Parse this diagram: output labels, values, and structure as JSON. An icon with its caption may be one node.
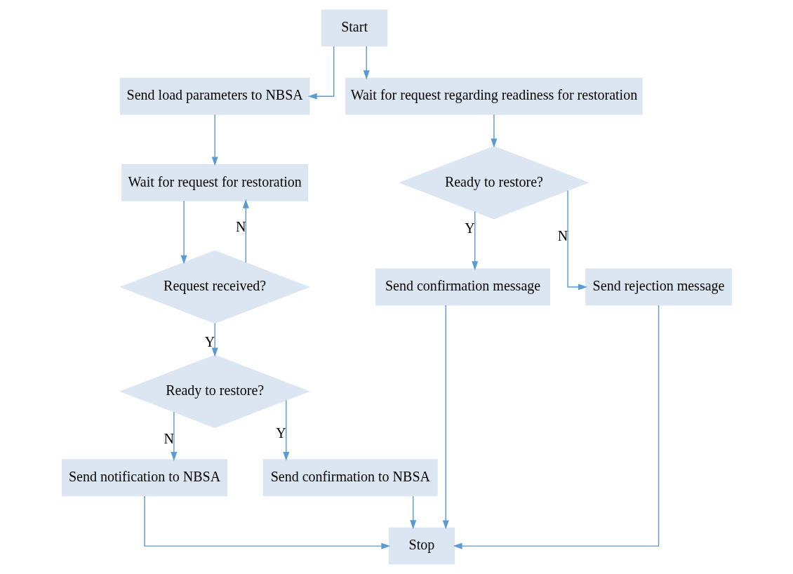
{
  "diagram": {
    "nodes": [
      {
        "text": [
          "Start"
        ]
      },
      {
        "text": [
          "Send load parameters to NBSA"
        ]
      },
      {
        "text": [
          "Wait for request regarding readiness for restoration"
        ]
      },
      {
        "text": [
          "Wait for request for restoration"
        ]
      },
      {
        "text": [
          "Request received?"
        ]
      },
      {
        "text": [
          "Ready to restore?"
        ]
      },
      {
        "text": [
          "Send confirmation message"
        ]
      },
      {
        "text": [
          "Send rejection message"
        ]
      },
      {
        "text": [
          "Ready to restore?"
        ]
      },
      {
        "text": [
          "Send notification to NBSA"
        ]
      },
      {
        "text": [
          "Send confirmation to NBSA"
        ]
      },
      {
        "text": [
          "Stop"
        ]
      }
    ],
    "edges": [
      {
        "from": 0,
        "to": 1,
        "arrow": "to"
      },
      {
        "from": 0,
        "to": 2,
        "arrow": "to"
      },
      {
        "from": 1,
        "to": 3,
        "arrow": "to"
      },
      {
        "from": 3,
        "to": 4,
        "arrow": "to"
      },
      {
        "from": 4,
        "to": 3,
        "label": "N",
        "arrow": "to"
      },
      {
        "from": 4,
        "to": 8,
        "label": "Y",
        "arrow": "to"
      },
      {
        "from": 8,
        "to": 9,
        "label": "N",
        "arrow": "to"
      },
      {
        "from": 8,
        "to": 10,
        "label": "Y",
        "arrow": "to"
      },
      {
        "from": 2,
        "to": 5,
        "arrow": "to"
      },
      {
        "from": 5,
        "to": 6,
        "label": "Y",
        "arrow": "to"
      },
      {
        "from": 5,
        "to": 7,
        "label": "N",
        "arrow": "to"
      },
      {
        "from": 6,
        "to": 11,
        "arrow": "to"
      },
      {
        "from": 7,
        "to": 11,
        "arrow": "to"
      },
      {
        "from": 9,
        "to": 11,
        "arrow": "to"
      },
      {
        "from": 10,
        "to": 11,
        "arrow": "to"
      }
    ]
  }
}
